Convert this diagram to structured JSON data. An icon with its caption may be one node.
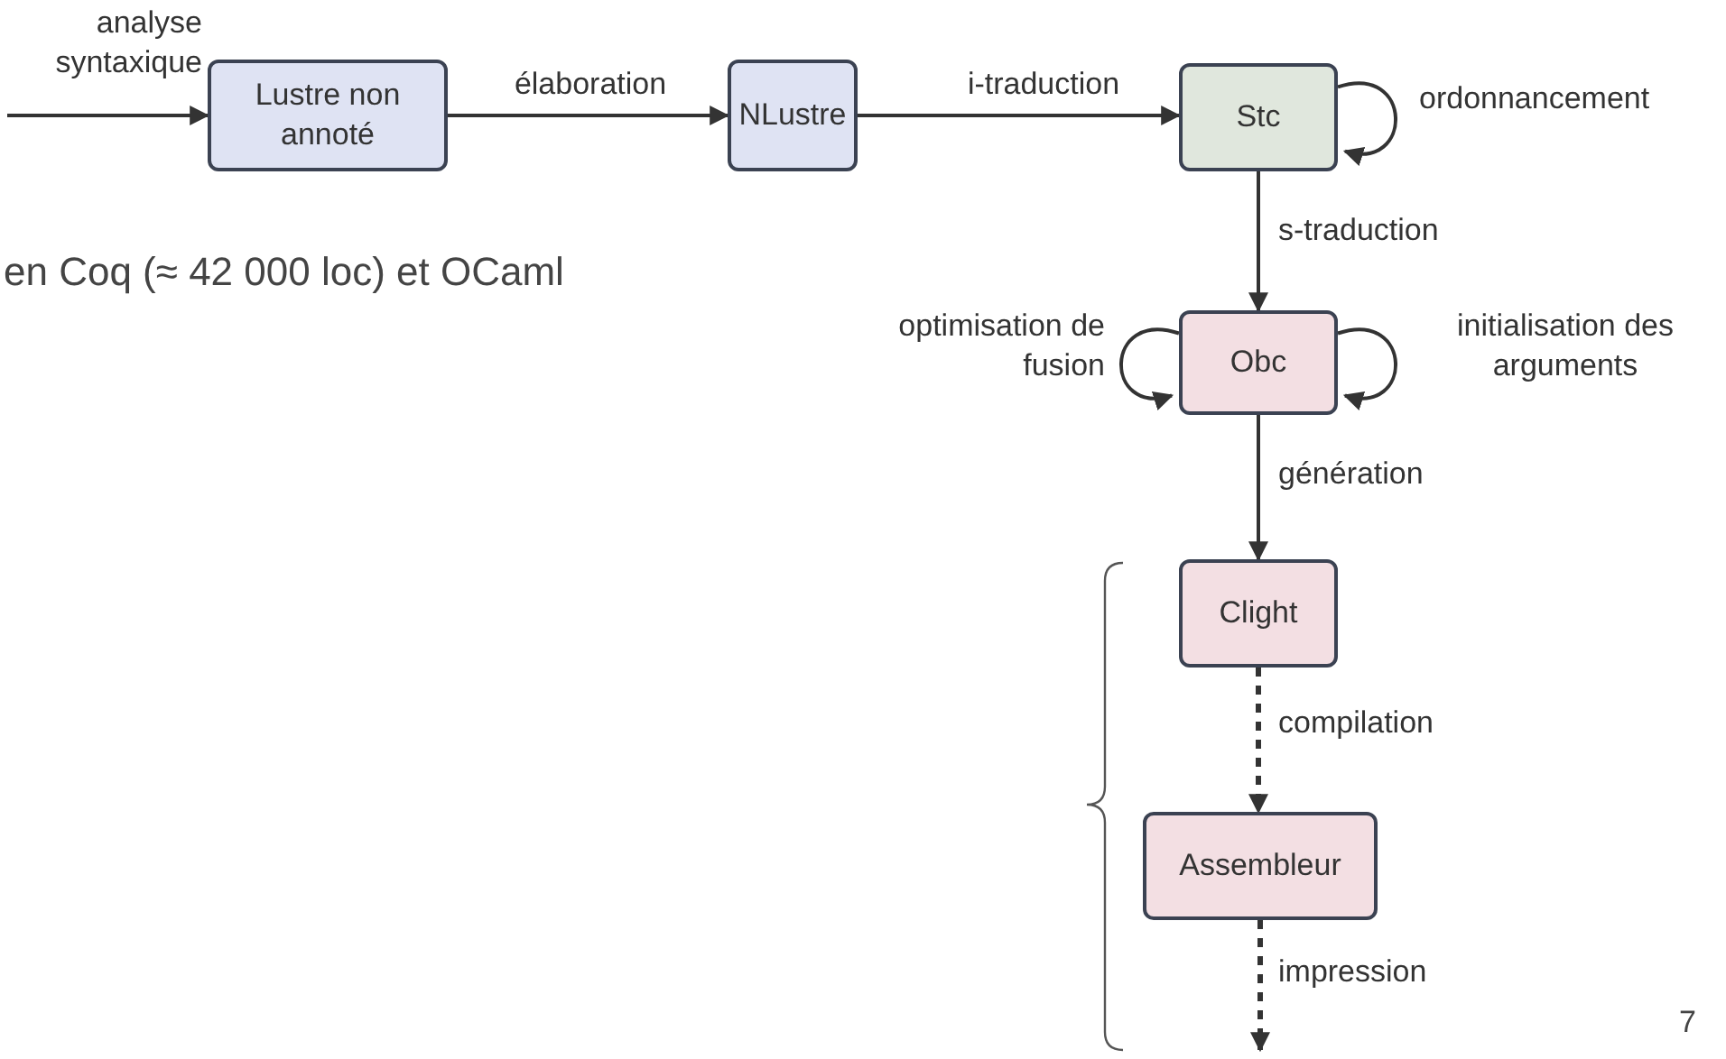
{
  "diagram": {
    "nodes": [
      {
        "text": [
          "Lustre non annoté"
        ]
      },
      {
        "text": [
          "NLustre"
        ]
      },
      {
        "text": [
          "Stc"
        ]
      },
      {
        "text": [
          "Obc"
        ]
      },
      {
        "text": [
          "Clight"
        ]
      },
      {
        "text": [
          "Assembleur"
        ]
      }
    ],
    "edges": [
      {
        "from": null,
        "to": 0,
        "arrow": "to",
        "label": "analyse syntaxique"
      },
      {
        "from": 0,
        "to": 1,
        "arrow": "to",
        "label": "élaboration"
      },
      {
        "from": 1,
        "to": 2,
        "arrow": "to",
        "label": "i-traduction"
      },
      {
        "from": 2,
        "to": 2,
        "arrow": "to",
        "label": "ordonnancement"
      },
      {
        "from": 2,
        "to": 3,
        "arrow": "to",
        "label": "s-traduction"
      },
      {
        "from": 3,
        "to": 3,
        "arrow": "to",
        "label": "optimisation de fusion"
      },
      {
        "from": 3,
        "to": 3,
        "arrow": "to",
        "label": "initialisation des arguments"
      },
      {
        "from": 3,
        "to": 4,
        "arrow": "to",
        "label": "génération"
      },
      {
        "from": 4,
        "to": 5,
        "arrow": "to",
        "label": "compilation",
        "style": "dashed"
      },
      {
        "from": 5,
        "to": null,
        "arrow": "to",
        "label": "impression",
        "style": "dashed"
      }
    ],
    "labels": [
      "en Coq (≈ 42 000 loc) et OCaml",
      "7"
    ]
  }
}
